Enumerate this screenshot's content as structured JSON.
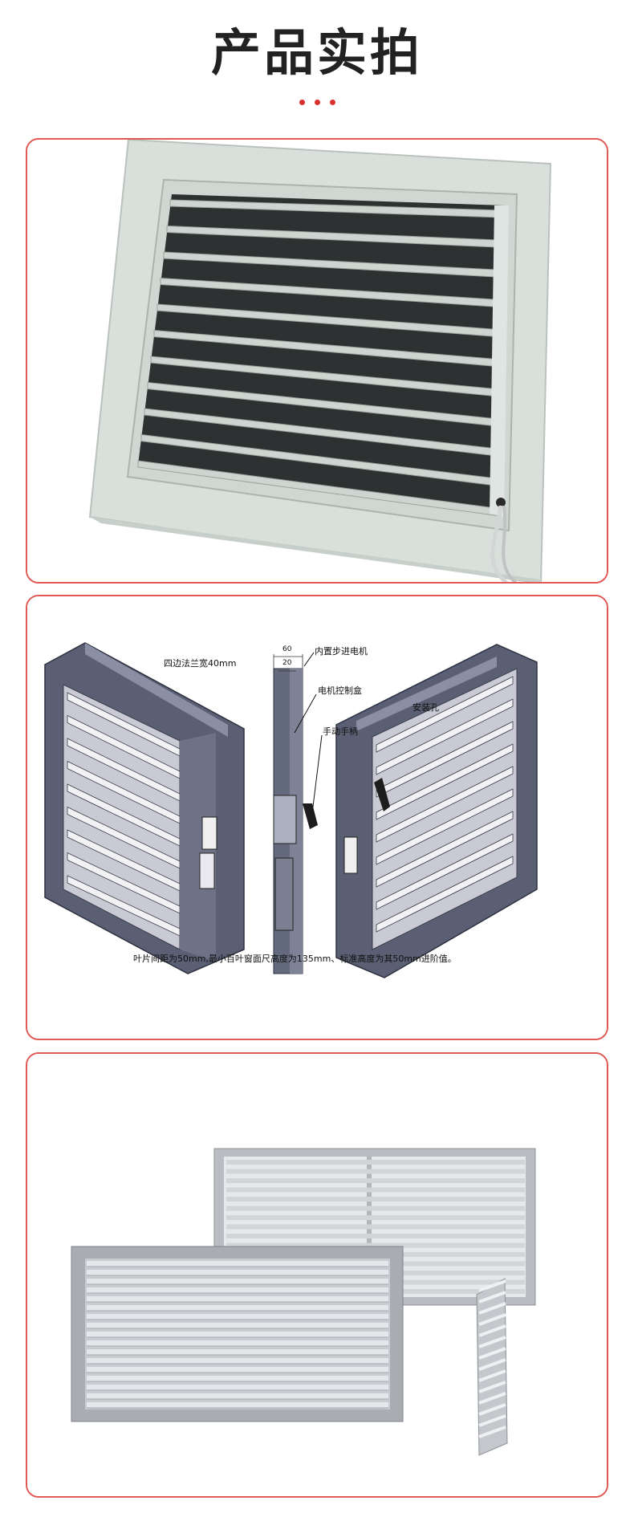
{
  "header": {
    "title": "产品实拍"
  },
  "accent_color": "#d8322e",
  "card_border_color": "#e05a55",
  "photos": [
    {
      "name": "white-louver-grille-photo"
    },
    {
      "name": "damper-technical-drawing",
      "labels": {
        "flange": "四边法兰宽40mm",
        "dim_60": "60",
        "dim_20": "20",
        "motor": "内置步进电机",
        "control_box": "电机控制盒",
        "mount_hole": "安装孔",
        "handle": "手动手柄"
      },
      "caption": "叶片间距为50mm,最小百叶窗面尺高度为135mm、标准高度为其50mm进阶值。"
    },
    {
      "name": "silver-louver-panels-photo"
    }
  ]
}
